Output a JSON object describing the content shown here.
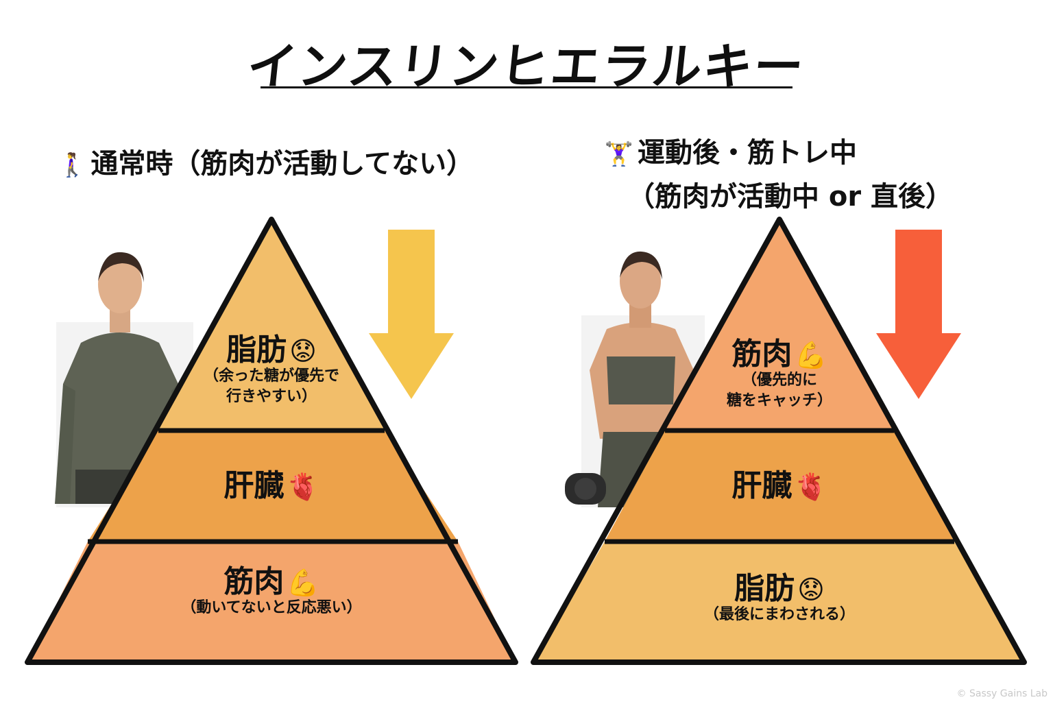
{
  "title": "インスリンヒエラルキー",
  "left": {
    "emoji": "🚶‍♀️",
    "heading": "通常時（筋肉が活動してない）",
    "arrow_color": "#F5C54D",
    "tiers": [
      {
        "label": "脂肪",
        "emoji": "😟",
        "sub": [
          "（余った糖が優先で",
          "行きやすい）"
        ],
        "color": "#F2BE6A"
      },
      {
        "label": "肝臓",
        "emoji": "🫀",
        "sub": [],
        "color": "#EDA24A"
      },
      {
        "label": "筋肉",
        "emoji": "💪",
        "sub": [
          "（動いてないと反応悪い）"
        ],
        "color": "#F4A56C"
      }
    ]
  },
  "right": {
    "emoji": "🏋️‍♀️",
    "heading_line1": "運動後・筋トレ中",
    "heading_line2": "（筋肉が活動中 or 直後）",
    "arrow_color": "#F75F3A",
    "tiers": [
      {
        "label": "筋肉",
        "emoji": "💪",
        "sub": [
          "（優先的に",
          "糖をキャッチ）"
        ],
        "color": "#F4A56C"
      },
      {
        "label": "肝臓",
        "emoji": "🫀",
        "sub": [],
        "color": "#EDA24A"
      },
      {
        "label": "脂肪",
        "emoji": "😟",
        "sub": [
          "（最後にまわされる）"
        ],
        "color": "#F2BE6A"
      }
    ]
  },
  "copyright": "© Sassy Gains Lab"
}
